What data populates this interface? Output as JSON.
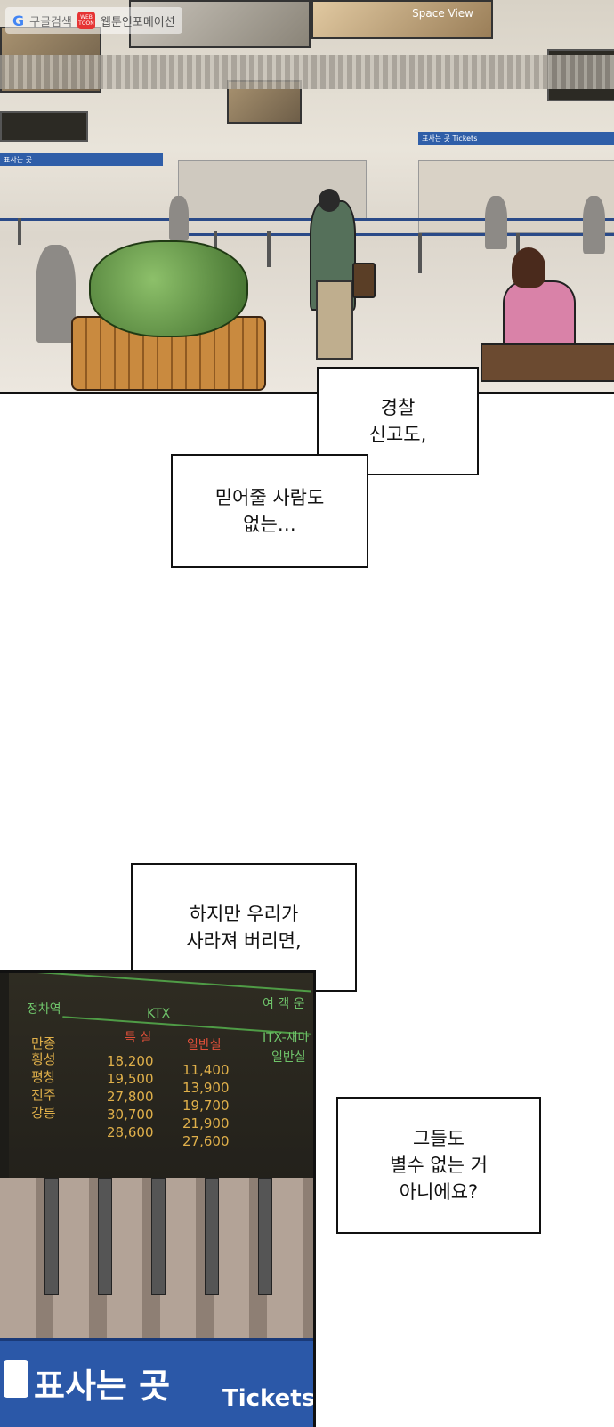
{
  "watermark": {
    "search_label": "구글검색",
    "logo_text": "WEB TOON",
    "site_label": "웹툰인포메이션"
  },
  "scene_top": {
    "sign_left": "표사는 곳",
    "sign_right": "표사는 곳  Tickets",
    "screen_text": "Space View"
  },
  "bubbles": {
    "b1": {
      "line1": "경찰",
      "line2": "신고도,"
    },
    "b2": {
      "line1": "믿어줄 사람도",
      "line2": "없는…"
    },
    "b3": {
      "line1": "하지만 우리가",
      "line2": "사라져 버리면,"
    },
    "b4": {
      "line1": "그들도",
      "line2": "별수 없는 거",
      "line3": "아니에요?"
    }
  },
  "fare_board": {
    "header_station": "정차역",
    "header_ktx": "KTX",
    "header_passenger": "여 객 운",
    "col_special": "특 실",
    "col_general": "일반실",
    "col_itx": "ITX-새마",
    "col_itx_general": "일반실",
    "rows": [
      {
        "station": "만종",
        "special": "",
        "general": ""
      },
      {
        "station": "횡성",
        "special": "18,200",
        "general": "11,400"
      },
      {
        "station": "평창",
        "special": "19,500",
        "general": "13,900"
      },
      {
        "station": "진주",
        "special": "27,800",
        "general": "19,700"
      },
      {
        "station": "강릉",
        "special": "30,700",
        "general": "21,900"
      },
      {
        "station": "",
        "special": "28,600",
        "general": "27,600"
      }
    ]
  },
  "tickets_sign": {
    "korean": "표사는 곳",
    "english": "Tickets"
  }
}
